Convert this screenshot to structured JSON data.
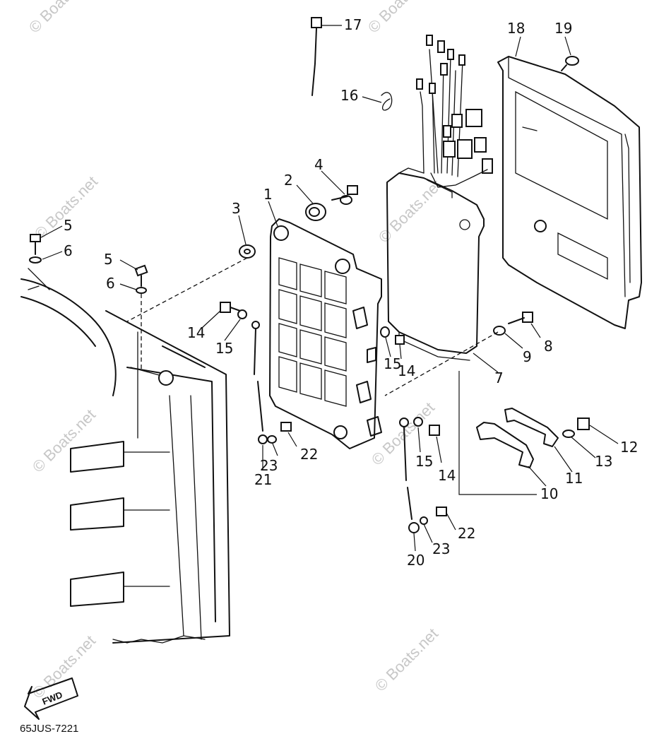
{
  "diagram": {
    "drawing_code": "65JUS-7221",
    "direction_label": "FWD",
    "watermark_text": "© Boats.net",
    "ink_color": "#111111",
    "watermark_color": "#9a9a9a",
    "callouts": [
      {
        "id": "1",
        "label": "1"
      },
      {
        "id": "2",
        "label": "2"
      },
      {
        "id": "3",
        "label": "3"
      },
      {
        "id": "4",
        "label": "4"
      },
      {
        "id": "5a",
        "label": "5"
      },
      {
        "id": "5b",
        "label": "5"
      },
      {
        "id": "6a",
        "label": "6"
      },
      {
        "id": "6b",
        "label": "6"
      },
      {
        "id": "7",
        "label": "7"
      },
      {
        "id": "8",
        "label": "8"
      },
      {
        "id": "9",
        "label": "9"
      },
      {
        "id": "10",
        "label": "10"
      },
      {
        "id": "11",
        "label": "11"
      },
      {
        "id": "12",
        "label": "12"
      },
      {
        "id": "13",
        "label": "13"
      },
      {
        "id": "14a",
        "label": "14"
      },
      {
        "id": "14b",
        "label": "14"
      },
      {
        "id": "14c",
        "label": "14"
      },
      {
        "id": "15a",
        "label": "15"
      },
      {
        "id": "15b",
        "label": "15"
      },
      {
        "id": "15c",
        "label": "15"
      },
      {
        "id": "16",
        "label": "16"
      },
      {
        "id": "17",
        "label": "17"
      },
      {
        "id": "18",
        "label": "18"
      },
      {
        "id": "19",
        "label": "19"
      },
      {
        "id": "20",
        "label": "20"
      },
      {
        "id": "21",
        "label": "21"
      },
      {
        "id": "22a",
        "label": "22"
      },
      {
        "id": "22b",
        "label": "22"
      },
      {
        "id": "23a",
        "label": "23"
      },
      {
        "id": "23b",
        "label": "23"
      }
    ]
  }
}
